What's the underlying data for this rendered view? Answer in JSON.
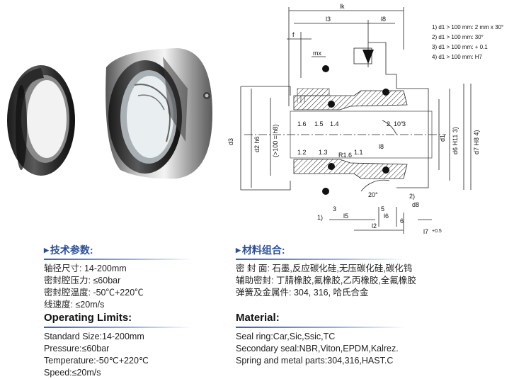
{
  "tech_params": {
    "heading": "技术参数:",
    "lines": [
      "轴径尺寸: 14-200mm",
      "密封腔压力: ≤60bar",
      "密封腔温度: -50℃+220℃",
      "线速度: ≤20m/s"
    ]
  },
  "materials_cn": {
    "heading": "材料组合:",
    "lines": [
      "密 封 面: 石墨,反应碳化硅,无压碳化硅,碳化钨",
      "辅助密封: 丁腈橡胶,氟橡胶,乙丙橡胶,全氟橡胶",
      "弹簧及金属件: 304, 316, 哈氏合金"
    ]
  },
  "operating_limits": {
    "heading": "Operating Limits:",
    "lines": [
      "Standard Size:14-200mm",
      "Pressure:≤60bar",
      "Temperature:-50℃+220℃",
      "Speed:≤20m/s"
    ]
  },
  "material_en": {
    "heading": "Material:",
    "lines": [
      "Seal ring:Car,Sic,Ssic,TC",
      "Secondary seal:NBR,Viton,EPDM,Kalrez.",
      "Spring and metal parts:304,316,HAST.C"
    ]
  },
  "drawing": {
    "notes": [
      "1) d1 > 100 mm: 2 mm x 30°",
      "2) d1 > 100 mm: 30°",
      "3) d1 > 100 mm: + 0.1",
      "4) d1 > 100 mm: H7"
    ],
    "dims": {
      "hk": "lk",
      "l3": "l3",
      "l8": "l8",
      "f": "f",
      "mx": "mx",
      "d3": "d3",
      "d2": "d2 h6",
      "d2note": "(>100 = h8)",
      "d1": "d1",
      "d6": "d6 H11 3)",
      "d7": "d7 H8 4)",
      "d8": "d8",
      "l5": "l5",
      "l6": "l6",
      "l2": "l2",
      "l7": "l7",
      "l7tol": "+0.5",
      "angle10": "10°",
      "angle20": "20°",
      "mark1": "1)",
      "mark2": "2)",
      "rad": "R1.6"
    },
    "parts": [
      "1.6",
      "1.5",
      "1.4",
      "2",
      "3",
      "1.2",
      "1.3",
      "1.1",
      "6",
      "3",
      "5"
    ]
  }
}
